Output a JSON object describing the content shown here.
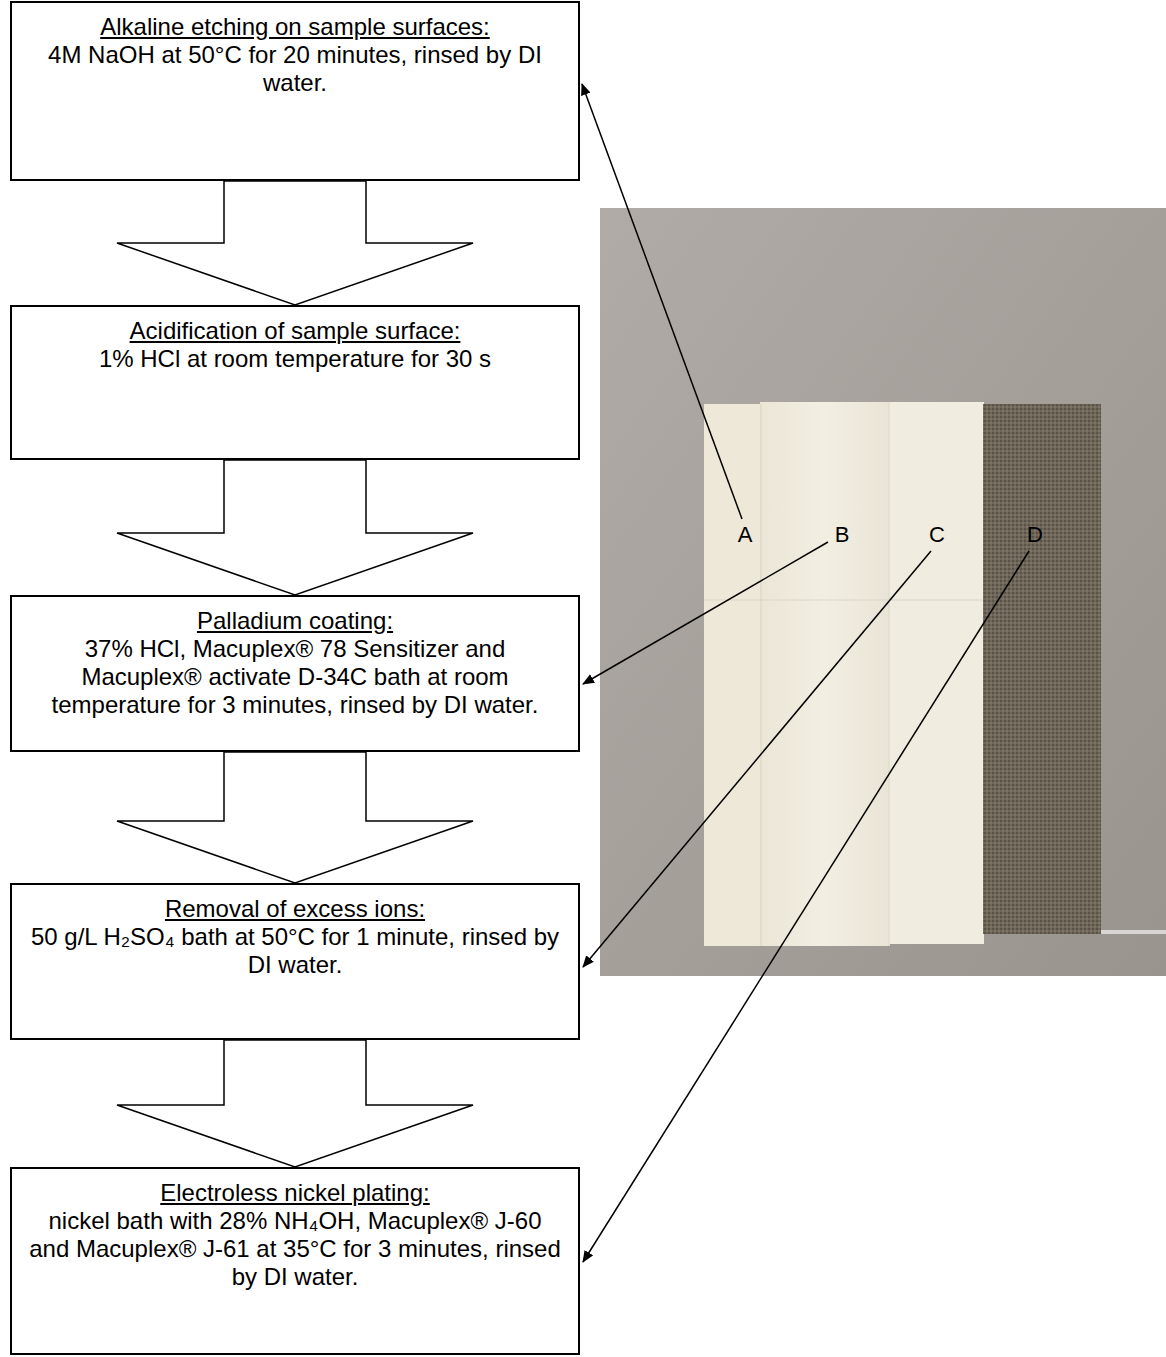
{
  "diagram": {
    "nodes": [
      {
        "text": [
          "Alkaline etching on sample surfaces:",
          "4M NaOH at 50°C for 20 minutes, rinsed by DI water."
        ]
      },
      {
        "text": [
          "Acidification of sample surface:",
          "1% HCl at room temperature for 30 s"
        ]
      },
      {
        "text": [
          "Palladium coating:",
          "37% HCl, Macuplex® 78 Sensitizer and Macuplex® activate D-34C bath at room temperature for 3 minutes, rinsed by DI water."
        ]
      },
      {
        "text": [
          "Removal of excess ions:",
          "50 g/L H₂SO₄ bath at 50°C for 1 minute, rinsed by DI water."
        ]
      },
      {
        "text": [
          "Electroless nickel plating:",
          "nickel bath with 28% NH₄OH, Macuplex® J-60 and Macuplex® J-61 at 35°C for 3 minutes, rinsed by DI water."
        ]
      }
    ],
    "edges": [
      {
        "from": 0,
        "to": 1,
        "arrow": "to"
      },
      {
        "from": 1,
        "to": 2,
        "arrow": "to"
      },
      {
        "from": 2,
        "to": 3,
        "arrow": "to"
      },
      {
        "from": 3,
        "to": 4,
        "arrow": "to"
      }
    ],
    "labels": [
      "A",
      "B",
      "C",
      "D"
    ]
  }
}
